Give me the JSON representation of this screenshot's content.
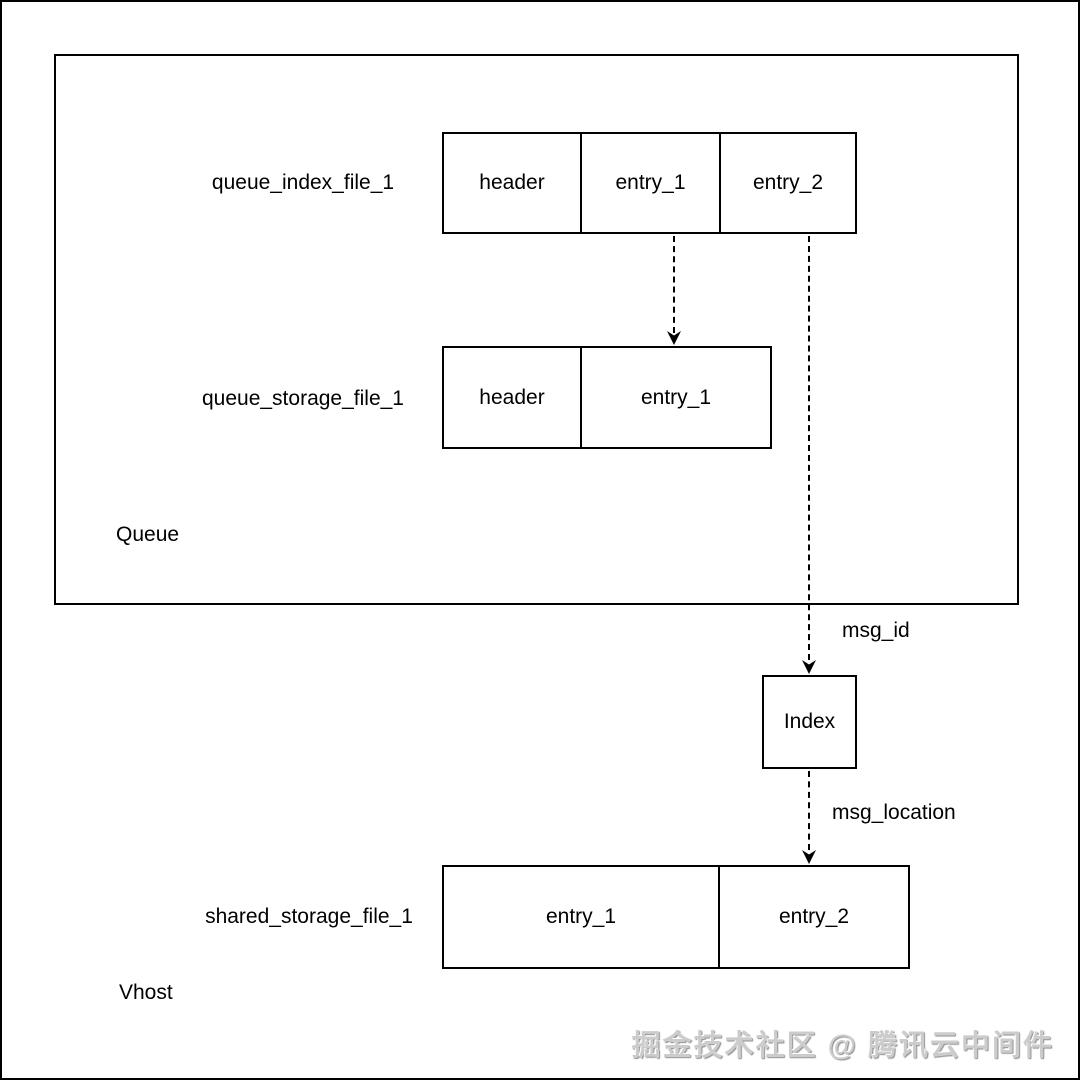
{
  "diagram": {
    "queue_group": {
      "label": "Queue"
    },
    "vhost_group": {
      "label": "Vhost"
    },
    "queue_index_file": {
      "label": "queue_index_file_1",
      "cells": [
        "header",
        "entry_1",
        "entry_2"
      ]
    },
    "queue_storage_file": {
      "label": "queue_storage_file_1",
      "cells": [
        "header",
        "entry_1"
      ]
    },
    "shared_storage_file": {
      "label": "shared_storage_file_1",
      "cells": [
        "entry_1",
        "entry_2"
      ]
    },
    "index_box": {
      "label": "Index"
    },
    "edges": [
      {
        "from": "queue_index_file.entry_1",
        "to": "queue_storage_file.entry_1",
        "label": ""
      },
      {
        "from": "queue_index_file.entry_2",
        "to": "index_box",
        "label": "msg_id"
      },
      {
        "from": "index_box",
        "to": "shared_storage_file.entry_2",
        "label": "msg_location"
      }
    ]
  },
  "watermark": {
    "text": "掘金技术社区 @ 腾讯云中间件"
  },
  "colors": {
    "stroke": "#000000",
    "background": "#ffffff",
    "watermark": "#cccccc"
  }
}
